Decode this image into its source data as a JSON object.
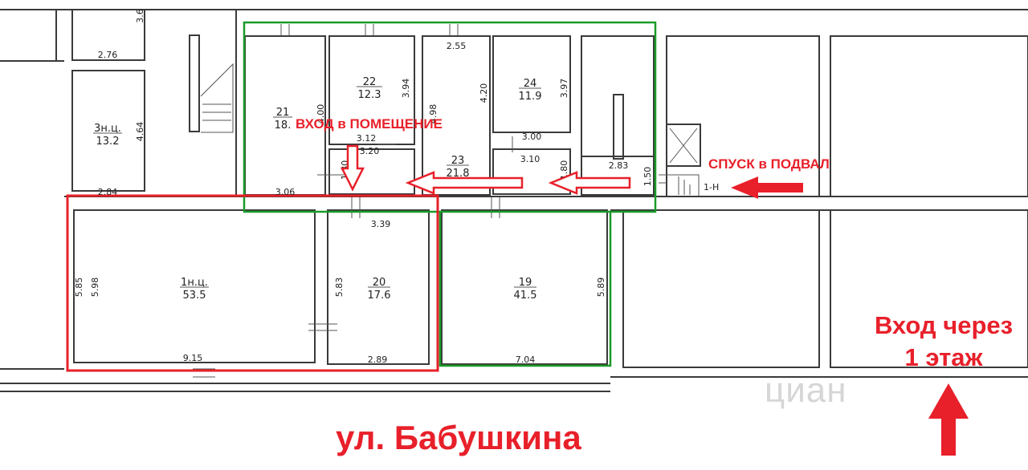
{
  "plan": {
    "rooms": [
      {
        "id": "room-1nc",
        "number": "1н.ц.",
        "area": "53.5"
      },
      {
        "id": "room-20",
        "number": "20",
        "area": "17.6"
      },
      {
        "id": "room-19",
        "number": "19",
        "area": "41.5"
      },
      {
        "id": "room-3nc",
        "number": "3н.ц.",
        "area": "13.2"
      },
      {
        "id": "room-21",
        "number": "21",
        "area": "18."
      },
      {
        "id": "room-22",
        "number": "22",
        "area": "12.3"
      },
      {
        "id": "room-23",
        "number": "23",
        "area": "21.8"
      },
      {
        "id": "room-24",
        "number": "24",
        "area": "11.9"
      }
    ],
    "dimensions": [
      "3.6",
      "2.76",
      "4.64",
      "2.84",
      "3.06",
      "3.12",
      "3.20",
      "4.00",
      "3.94",
      "2.55",
      "4.98",
      "4.20",
      "3.97",
      "3.00",
      "3.10",
      "1.80",
      "2.83",
      "1.50",
      "3.39",
      "5.85",
      "5.98",
      "5.83",
      "5.89",
      "9.15",
      "2.89",
      "7.04",
      "1.80"
    ],
    "stair_label": "1-Н"
  },
  "annotations": {
    "entrance_room": "ВХОД в ПОМЕЩЕНИЕ",
    "basement": "СПУСК в ПОДВАЛ",
    "entry_line1": "Вход через",
    "entry_line2": "1 этаж",
    "street": "ул. Бабушкина"
  },
  "watermark": "циан",
  "colors": {
    "red": "#e8202a",
    "green": "#1a9a2a",
    "wall": "#3a3a3a"
  }
}
